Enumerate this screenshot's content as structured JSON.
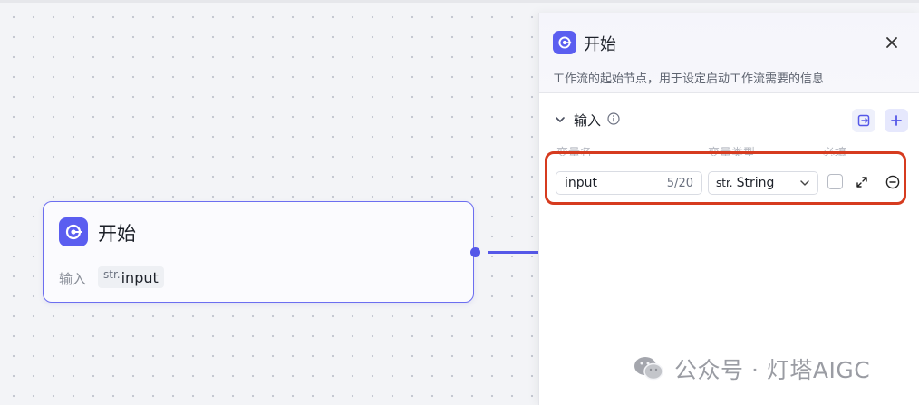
{
  "node": {
    "title": "开始",
    "input_label": "输入",
    "input_type": "str.",
    "input_name": "input"
  },
  "panel": {
    "title": "开始",
    "description": "工作流的起始节点，用于设定启动工作流需要的信息",
    "section_title": "输入",
    "columns": {
      "name": "变量名",
      "type": "变量类型",
      "required": "必填"
    },
    "row": {
      "name_value": "input",
      "char_count": "5/20",
      "type_prefix": "str.",
      "type_value": "String",
      "required": false
    }
  },
  "watermark": {
    "text": "公众号 · 灯塔AIGC"
  },
  "colors": {
    "accent": "#5b5ef0",
    "highlight": "#d63b1f",
    "edge": "#5558e8"
  },
  "icons": {
    "node_icon": "start-icon",
    "close": "close-icon",
    "chevron": "chevron-down-icon",
    "info": "info-icon",
    "import": "import-icon",
    "add": "plus-icon",
    "expand": "expand-icon",
    "remove": "remove-circle-icon",
    "watermark": "wechat-icon"
  }
}
